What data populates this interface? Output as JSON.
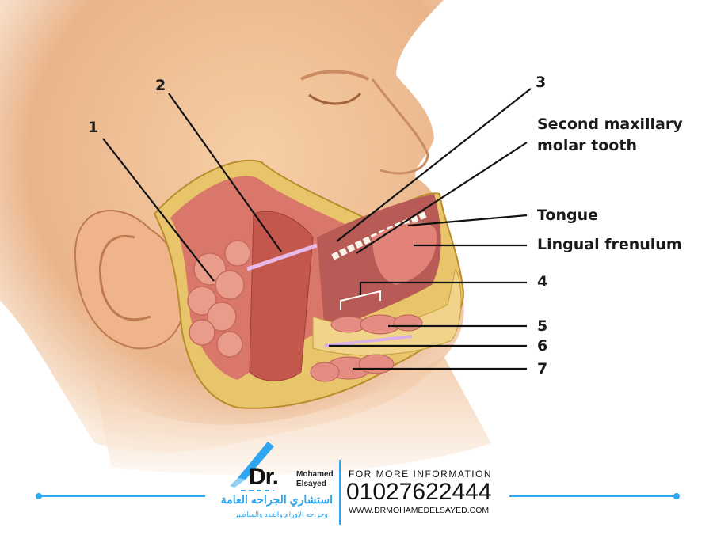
{
  "labels": {
    "l1": "1",
    "l2": "2",
    "l3": "3",
    "second_maxillary": "Second maxillary",
    "molar_tooth": "molar tooth",
    "tongue": "Tongue",
    "lingual_frenulum": "Lingual frenulum",
    "l4": "4",
    "l5": "5",
    "l6": "6",
    "l7": "7"
  },
  "footer": {
    "logo_dr": "Dr.",
    "logo_name_1": "Mohamed",
    "logo_name_2": "Elsayed",
    "arabic_title": "استشاري الجراحه العامة",
    "arabic_subtitle": "وجراحه الاورام والغدد والمناظير",
    "info_heading": "FOR MORE INFORMATION",
    "phone": "01027622444",
    "website": "WWW.DRMOHAMEDELSAYED.COM",
    "accent_color": "#2ea6f0"
  }
}
